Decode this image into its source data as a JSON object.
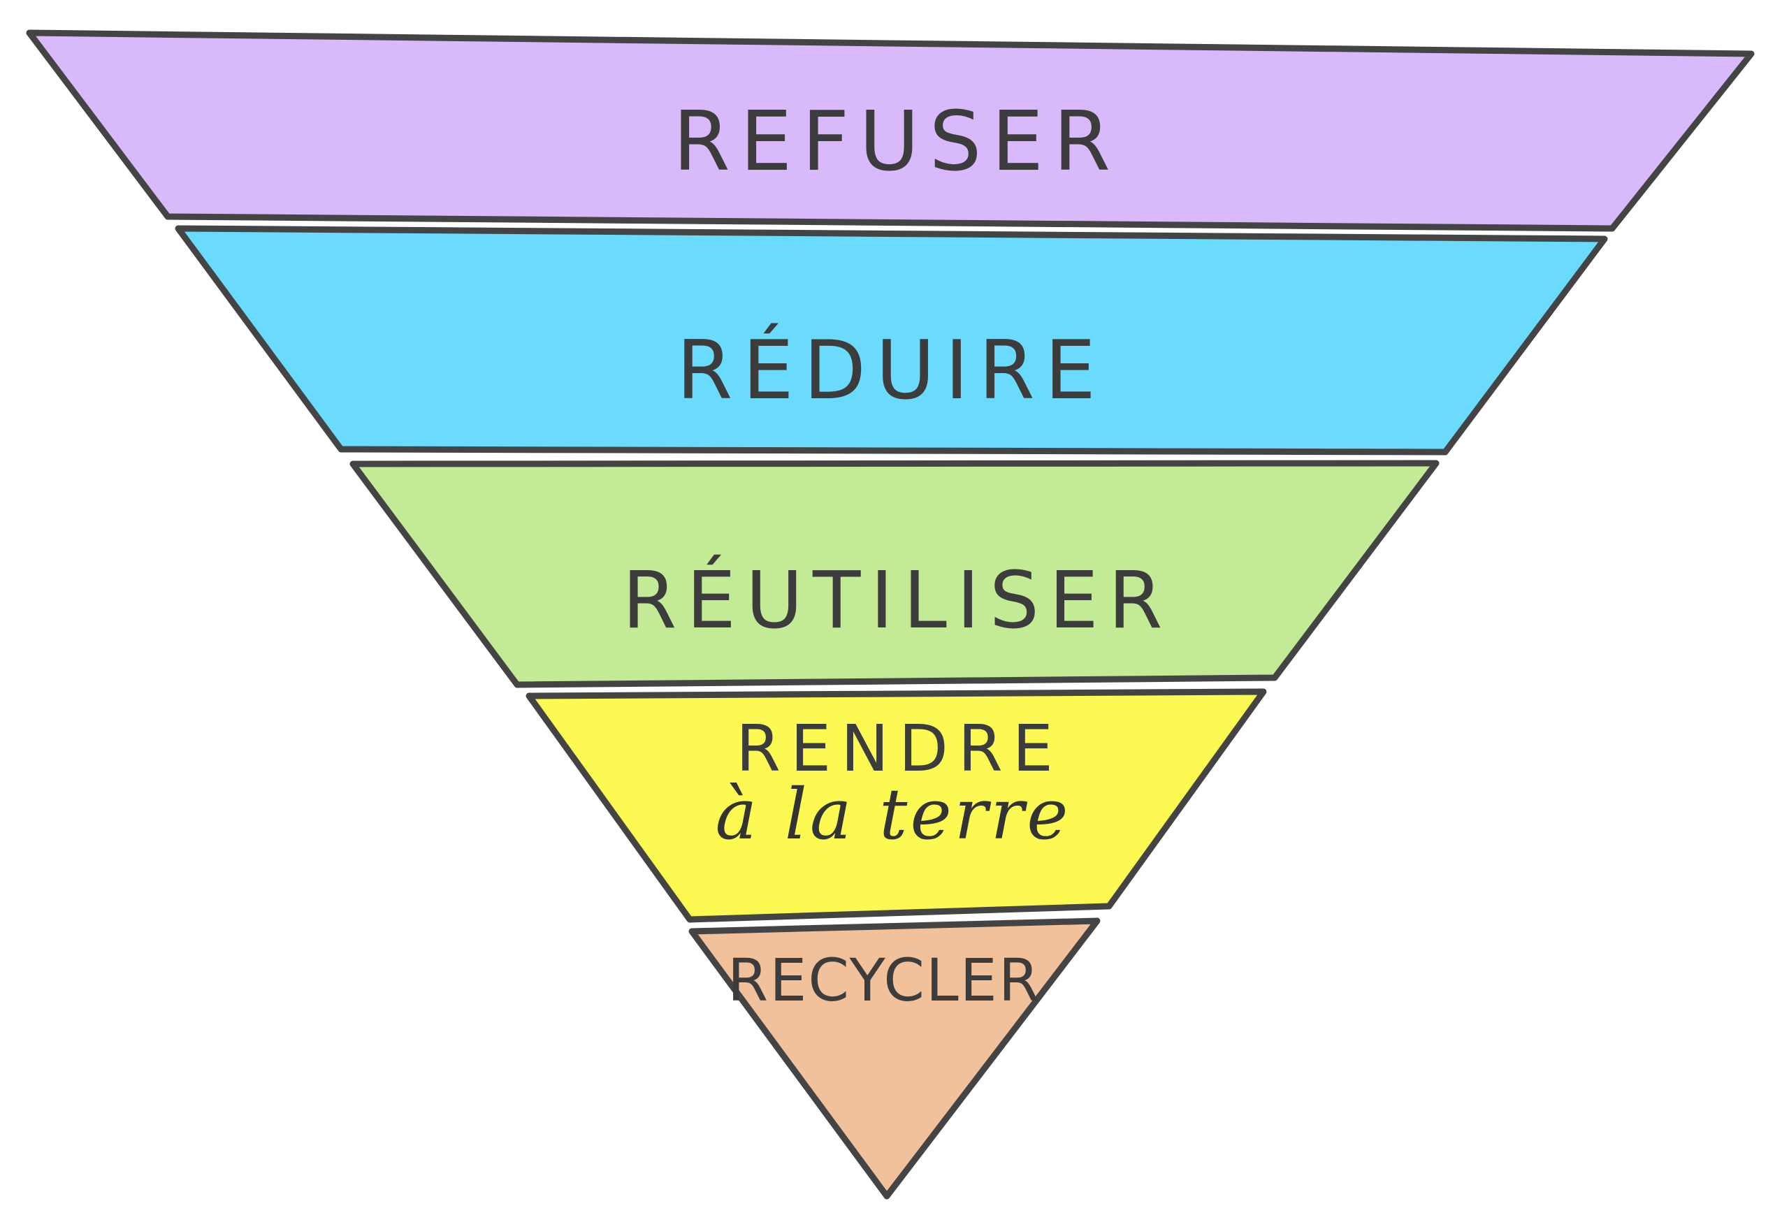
{
  "diagram": {
    "type": "inverted-pyramid",
    "title": "",
    "stroke_color": "#444444",
    "levels": [
      {
        "id": "refuser",
        "lines": [
          "REFUSER"
        ],
        "color": "#d8b9fa"
      },
      {
        "id": "reduire",
        "lines": [
          "RÉDUIRE"
        ],
        "color": "#6adbfd"
      },
      {
        "id": "reutiliser",
        "lines": [
          "RÉUTILISER"
        ],
        "color": "#c3ea94"
      },
      {
        "id": "rendre",
        "lines": [
          "RENDRE",
          "à la terre"
        ],
        "color": "#fcf952"
      },
      {
        "id": "recycler",
        "lines": [
          "RECYCLER"
        ],
        "color": "#f0c19b"
      }
    ]
  }
}
